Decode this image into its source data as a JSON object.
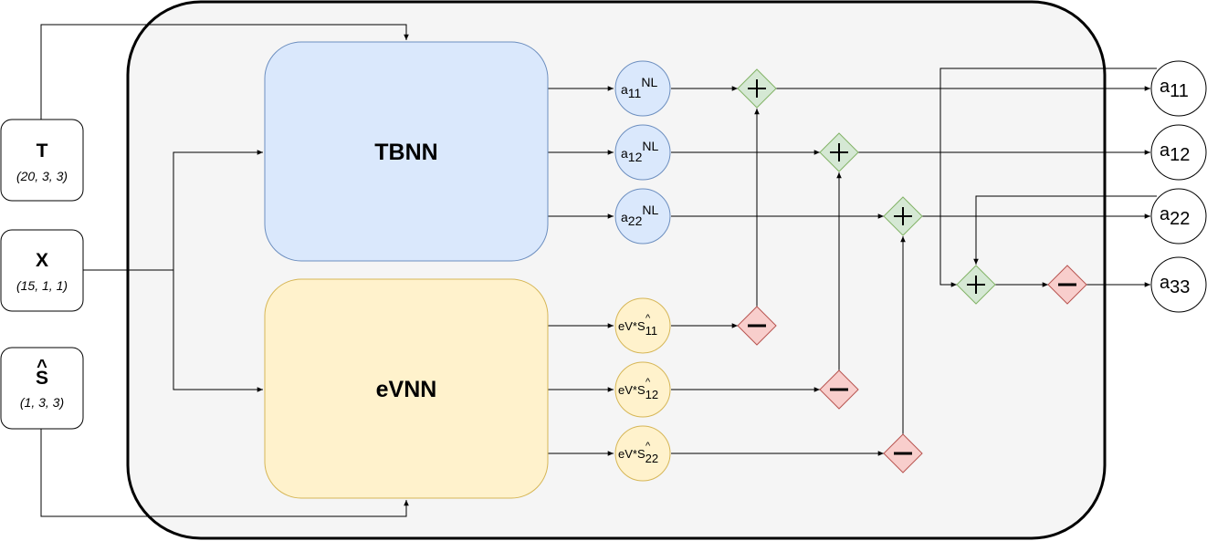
{
  "inputs": {
    "T": {
      "name": "T",
      "shape": "(20, 3, 3)"
    },
    "X": {
      "name": "X",
      "shape": "(15, 1, 1)"
    },
    "S": {
      "name": "S",
      "hat": "^",
      "shape": "(1, 3, 3)"
    }
  },
  "networks": {
    "tbnn": {
      "label": "TBNN",
      "fill": "#dae8fc",
      "stroke": "#6c8ebf"
    },
    "evnn": {
      "label": "eVNN",
      "fill": "#fff2cc",
      "stroke": "#d6b656"
    }
  },
  "nl_nodes": [
    {
      "base": "a",
      "sub": "11",
      "sup": "NL"
    },
    {
      "base": "a",
      "sub": "12",
      "sup": "NL"
    },
    {
      "base": "a",
      "sub": "22",
      "sup": "NL"
    }
  ],
  "ev_nodes": [
    {
      "prefix": "eV*",
      "base": "S",
      "hat": "^",
      "sub": "11"
    },
    {
      "prefix": "eV*",
      "base": "S",
      "hat": "^",
      "sub": "12"
    },
    {
      "prefix": "eV*",
      "base": "S",
      "hat": "^",
      "sub": "22"
    }
  ],
  "outputs": [
    {
      "base": "a",
      "sub": "11"
    },
    {
      "base": "a",
      "sub": "12"
    },
    {
      "base": "a",
      "sub": "22"
    },
    {
      "base": "a",
      "sub": "33"
    }
  ],
  "colors": {
    "container_fill": "#f5f5f5",
    "plus_fill": "#d5e8d4",
    "plus_stroke": "#82b366",
    "minus_fill": "#f8cecc",
    "minus_stroke": "#b85450"
  }
}
